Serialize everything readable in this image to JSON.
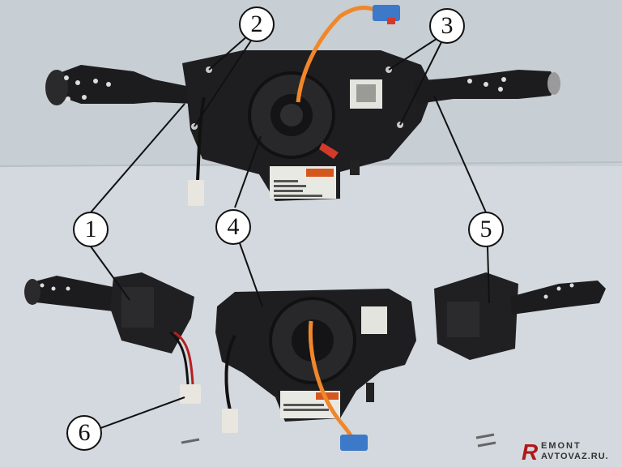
{
  "callouts": {
    "c1": "1",
    "c2": "2",
    "c3": "3",
    "c4": "4",
    "c5": "5",
    "c6": "6"
  },
  "watermark": {
    "r": "R",
    "top": "EMONT",
    "bottom": "AVTOVAZ.RU."
  },
  "colors": {
    "background": "#c9d0d6",
    "plastic": "#1c1c1e",
    "wire_orange": "#f0872a",
    "connector_blue": "#3c79c8",
    "tab_red": "#d43a2a",
    "connector_white": "#e8e6df"
  }
}
